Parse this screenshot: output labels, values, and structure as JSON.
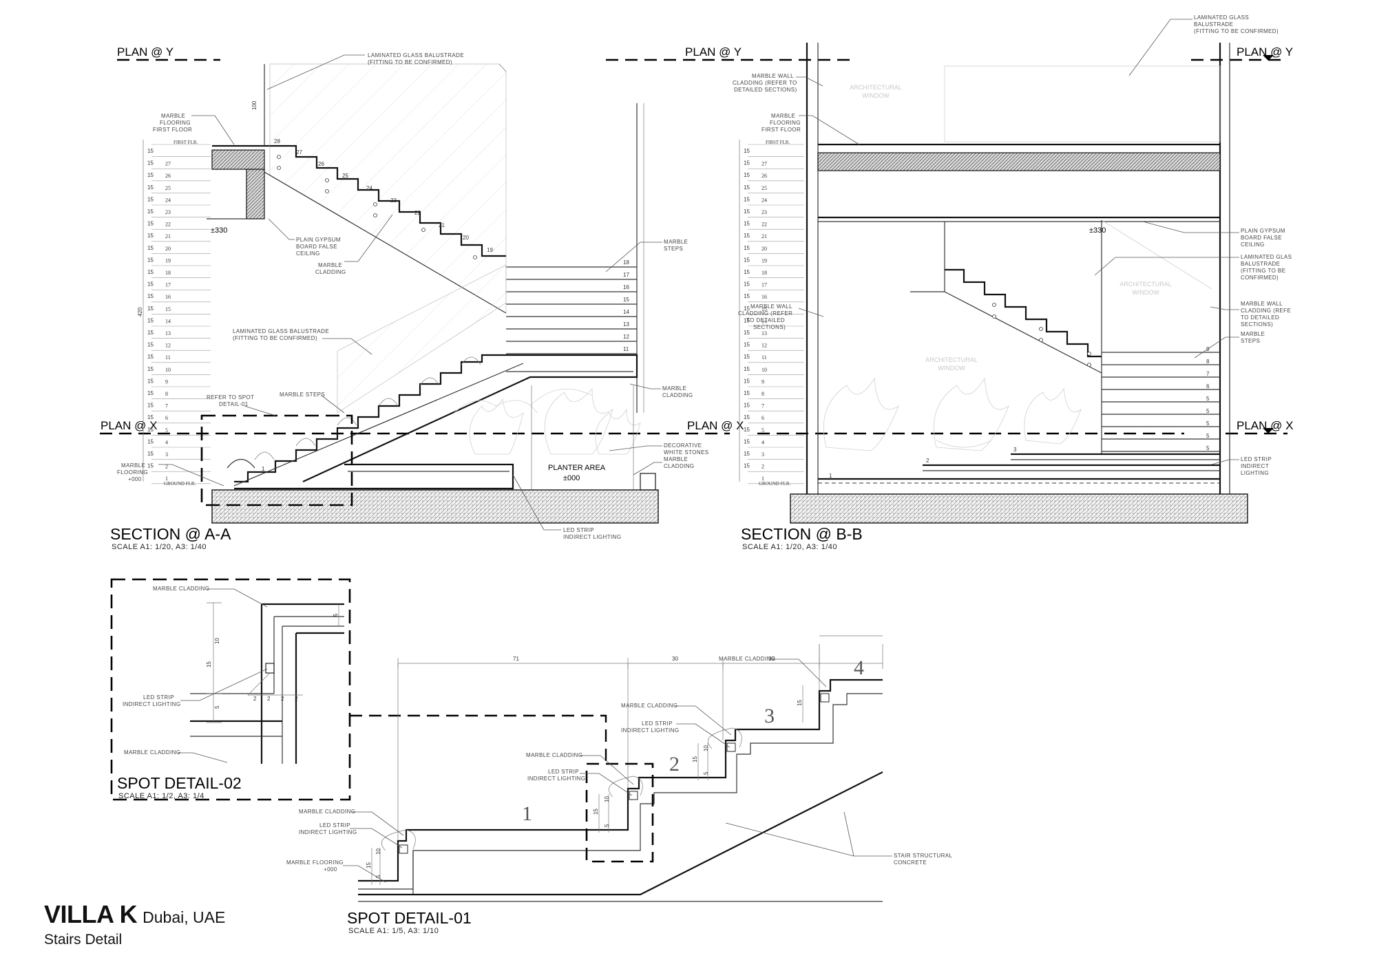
{
  "plan_labels": {
    "plan_y": "PLAN @ Y",
    "plan_x": "PLAN @ X"
  },
  "views": {
    "section_a": {
      "title": "SECTION @ A-A",
      "scale": "SCALE     A1: 1/20, A3: 1/40"
    },
    "section_b": {
      "title": "SECTION @ B-B",
      "scale": "SCALE     A1: 1/20, A3: 1/40"
    },
    "spot_detail_02": {
      "title": "SPOT DETAIL-02",
      "scale": "SCALE     A1: 1/2, A3: 1/4"
    },
    "spot_detail_01": {
      "title": "SPOT DETAIL-01",
      "scale": "SCALE     A1: 1/5, A3: 1/10"
    }
  },
  "level_names": {
    "first": "FIRST FLR.",
    "ground": "GROUND FLR."
  },
  "riser_numbers": [
    "28",
    "27",
    "26",
    "25",
    "24",
    "23",
    "22",
    "21",
    "20",
    "19",
    "18",
    "17",
    "16",
    "15",
    "14",
    "13",
    "12",
    "11",
    "10",
    "9",
    "8",
    "7",
    "6",
    "5",
    "4",
    "3",
    "2",
    "1"
  ],
  "riser_dim": "15",
  "overall_dim": "420",
  "top_dim": "100",
  "elevations": {
    "first_floor_ceiling": "±330",
    "ground": "±000"
  },
  "section_a_notes": {
    "balustrade_top": [
      "LAMINATED GLASS BALUSTRADE",
      "(FITTING TO BE CONFIRMED)"
    ],
    "marble_flooring_first": [
      "MARBLE",
      "FLOORING",
      "FIRST FLOOR"
    ],
    "gypsum": [
      "PLAIN GYPSUM",
      "BOARD FALSE",
      "CEILING"
    ],
    "marble_cladding": [
      "MARBLE",
      "CLADDING"
    ],
    "marble_steps_right": [
      "MARBLE",
      "STEPS"
    ],
    "balustrade_mid": [
      "LAMINATED GLASS BALUSTRADE",
      "(FITTING TO BE CONFIRMED)"
    ],
    "marble_steps_left": [
      "MARBLE STEPS"
    ],
    "refer_spot": [
      "REFER TO SPOT",
      "DETAIL-01"
    ],
    "marble_cladding_right": [
      "MARBLE",
      "CLADDING"
    ],
    "decorative_stones": [
      "DECORATIVE",
      "WHITE STONES"
    ],
    "marble_cladding_low": [
      "MARBLE",
      "CLADDING"
    ],
    "marble_flooring_ground": [
      "MARBLE",
      "FLOORING",
      "+000"
    ],
    "led_strip": [
      "LED STRIP",
      "INDIRECT LIGHTING"
    ],
    "planter_area": "PLANTER AREA"
  },
  "section_b_notes": {
    "balustrade_top": [
      "LAMINATED GLASS",
      "BALUSTRADE",
      "(FITTING TO BE CONFIRMED)"
    ],
    "marble_wall_cladding_top": [
      "MARBLE WALL",
      "CLADDING (REFER TO",
      "DETAILED SECTIONS)"
    ],
    "marble_flooring_first": [
      "MARBLE",
      "FLOORING",
      "FIRST FLOOR"
    ],
    "gypsum": [
      "PLAIN GYPSUM",
      "BOARD FALSE",
      "CEILING"
    ],
    "balustrade_right": [
      "LAMINATED GLAS",
      "BALUSTRADE",
      "(FITTING TO BE",
      "CONFIRMED)"
    ],
    "marble_wall_cladding_left": [
      "MARBLE WALL",
      "CLADDING (REFER",
      "TO DETAILED",
      "SECTIONS)"
    ],
    "marble_wall_cladding_right": [
      "MARBLE WALL",
      "CLADDING (REFE",
      "TO DETAILED",
      "SECTIONS)"
    ],
    "marble_steps": [
      "MARBLE",
      "STEPS"
    ],
    "led_strip": [
      "LED STRIP",
      "INDIRECT",
      "LIGHTING"
    ],
    "ghost_window_1": [
      "ARCHITECTURAL",
      "WINDOW"
    ],
    "ghost_window_2": [
      "ARCHITECTURAL",
      "WINDOW"
    ],
    "ghost_window_3": [
      "ARCHITECTURAL",
      "WINDOW"
    ]
  },
  "spot02_notes": {
    "marble_cladding_top": "MARBLE CLADDING",
    "led_strip": [
      "LED STRIP",
      "INDIRECT LIGHTING"
    ],
    "marble_cladding_bottom": "MARBLE CLADDING",
    "dims": {
      "d15": "15",
      "d10": "10",
      "d5": "5",
      "d5b": "5",
      "d2": "2"
    }
  },
  "spot01_notes": {
    "marble_cladding_4": "MARBLE CLADDING",
    "marble_cladding_3": "MARBLE CLADDING",
    "led_strip_3": [
      "LED STRIP",
      "INDIRECT LIGHTING"
    ],
    "marble_cladding_2": "MARBLE CLADDING",
    "led_strip_2": [
      "LED STRIP",
      "INDIRECT LIGHTING"
    ],
    "marble_cladding_1": "MARBLE CLADDING",
    "led_strip_1": [
      "LED STRIP",
      "INDIRECT LIGHTING"
    ],
    "marble_flooring": [
      "MARBLE FLOORING",
      "+000"
    ],
    "stair_concrete": [
      "STAIR STRUCTURAL",
      "CONCRETE"
    ],
    "step_numbers": [
      "1",
      "2",
      "3",
      "4"
    ],
    "dims": {
      "d71": "71",
      "d30a": "30",
      "d30b": "30",
      "d15": "15",
      "d10": "10",
      "d5": "5"
    }
  },
  "title_block": {
    "project": "VILLA K",
    "location": "Dubai, UAE",
    "drawing": "Stairs Detail"
  }
}
